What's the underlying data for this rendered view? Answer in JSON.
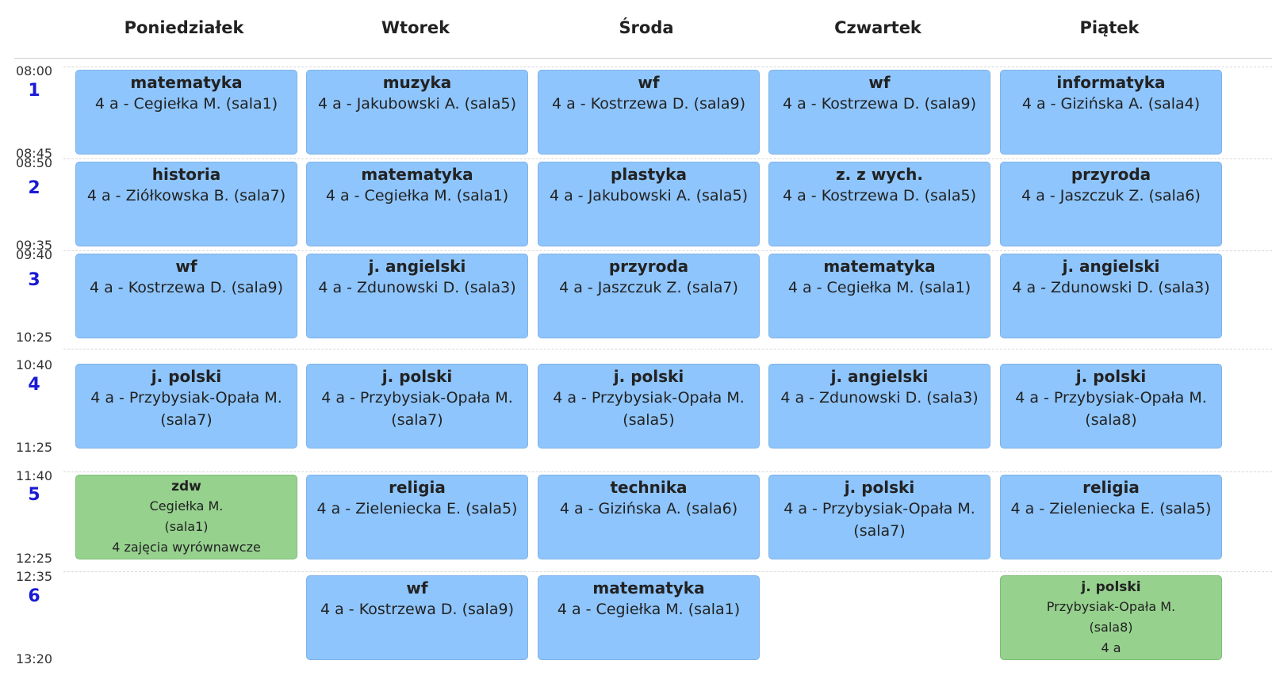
{
  "days": [
    "Poniedziałek",
    "Wtorek",
    "Środa",
    "Czwartek",
    "Piątek"
  ],
  "periods": [
    {
      "num": "1",
      "start": "08:00",
      "end": "08:45"
    },
    {
      "num": "2",
      "start": "08:50",
      "end": "09:35"
    },
    {
      "num": "3",
      "start": "09:40",
      "end": "10:25"
    },
    {
      "num": "4",
      "start": "10:40",
      "end": "11:25"
    },
    {
      "num": "5",
      "start": "11:40",
      "end": "12:25"
    },
    {
      "num": "6",
      "start": "12:35",
      "end": "13:20"
    }
  ],
  "lessons": [
    {
      "day": 0,
      "period": 0,
      "subject": "matematyka",
      "info": "4 a - Cegiełka M. (sala1)"
    },
    {
      "day": 1,
      "period": 0,
      "subject": "muzyka",
      "info": "4 a - Jakubowski A. (sala5)"
    },
    {
      "day": 2,
      "period": 0,
      "subject": "wf",
      "info": "4 a - Kostrzewa D. (sala9)"
    },
    {
      "day": 3,
      "period": 0,
      "subject": "wf",
      "info": "4 a - Kostrzewa D. (sala9)"
    },
    {
      "day": 4,
      "period": 0,
      "subject": "informatyka",
      "info": "4 a - Gizińska A. (sala4)"
    },
    {
      "day": 0,
      "period": 1,
      "subject": "historia",
      "info": "4 a - Ziółkowska B. (sala7)"
    },
    {
      "day": 1,
      "period": 1,
      "subject": "matematyka",
      "info": "4 a - Cegiełka M. (sala1)"
    },
    {
      "day": 2,
      "period": 1,
      "subject": "plastyka",
      "info": "4 a - Jakubowski A. (sala5)"
    },
    {
      "day": 3,
      "period": 1,
      "subject": "z. z wych.",
      "info": "4 a - Kostrzewa D. (sala5)"
    },
    {
      "day": 4,
      "period": 1,
      "subject": "przyroda",
      "info": "4 a - Jaszczuk Z. (sala6)"
    },
    {
      "day": 0,
      "period": 2,
      "subject": "wf",
      "info": "4 a - Kostrzewa D. (sala9)"
    },
    {
      "day": 1,
      "period": 2,
      "subject": "j. angielski",
      "info": "4 a - Zdunowski D. (sala3)"
    },
    {
      "day": 2,
      "period": 2,
      "subject": "przyroda",
      "info": "4 a - Jaszczuk Z. (sala7)"
    },
    {
      "day": 3,
      "period": 2,
      "subject": "matematyka",
      "info": "4 a - Cegiełka M. (sala1)"
    },
    {
      "day": 4,
      "period": 2,
      "subject": "j. angielski",
      "info": "4 a - Zdunowski D. (sala3)"
    },
    {
      "day": 0,
      "period": 3,
      "subject": "j. polski",
      "info": "4 a - Przybysiak-Opała M. (sala7)"
    },
    {
      "day": 1,
      "period": 3,
      "subject": "j. polski",
      "info": "4 a - Przybysiak-Opała M. (sala7)"
    },
    {
      "day": 2,
      "period": 3,
      "subject": "j. polski",
      "info": "4 a - Przybysiak-Opała M. (sala5)"
    },
    {
      "day": 3,
      "period": 3,
      "subject": "j. angielski",
      "info": "4 a - Zdunowski D. (sala3)"
    },
    {
      "day": 4,
      "period": 3,
      "subject": "j. polski",
      "info": "4 a - Przybysiak-Opała M. (sala8)"
    },
    {
      "day": 0,
      "period": 4,
      "subject": "zdw",
      "kind": "green",
      "lines": [
        "Cegiełka M.",
        "(sala1)",
        "4 zajęcia wyrównawcze"
      ]
    },
    {
      "day": 1,
      "period": 4,
      "subject": "religia",
      "info": "4 a - Zieleniecka E. (sala5)"
    },
    {
      "day": 2,
      "period": 4,
      "subject": "technika",
      "info": "4 a - Gizińska A. (sala6)"
    },
    {
      "day": 3,
      "period": 4,
      "subject": "j. polski",
      "info": "4 a - Przybysiak-Opała M. (sala7)"
    },
    {
      "day": 4,
      "period": 4,
      "subject": "religia",
      "info": "4 a - Zieleniecka E. (sala5)"
    },
    {
      "day": 1,
      "period": 5,
      "subject": "wf",
      "info": "4 a - Kostrzewa D. (sala9)"
    },
    {
      "day": 2,
      "period": 5,
      "subject": "matematyka",
      "info": "4 a - Cegiełka M. (sala1)"
    },
    {
      "day": 4,
      "period": 5,
      "subject": "j. polski",
      "kind": "green",
      "lines": [
        "Przybysiak-Opała M.",
        "(sala8)",
        "4 a"
      ]
    }
  ]
}
